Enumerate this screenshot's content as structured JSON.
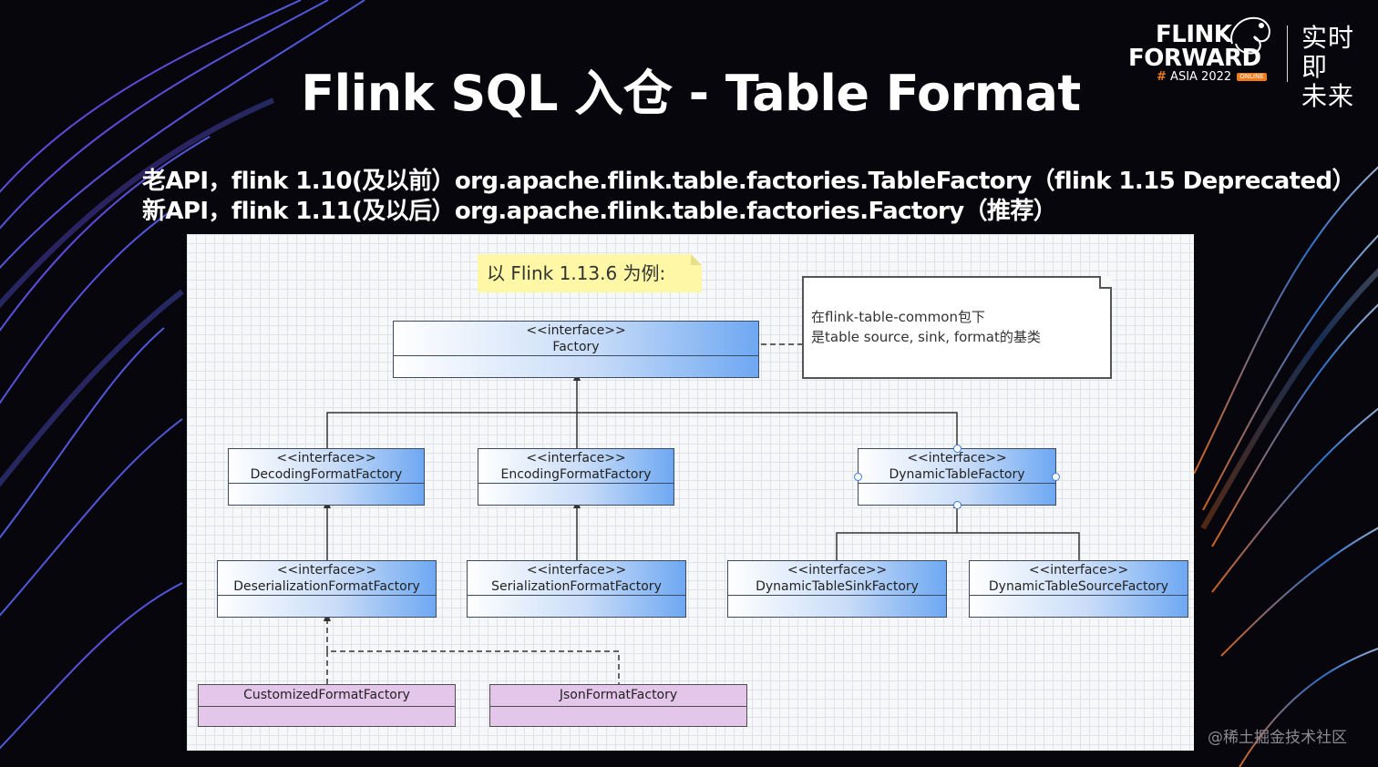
{
  "slide": {
    "title": "Flink SQL 入仓 - Table Format",
    "api_old": "老API，flink 1.10(及以前）org.apache.flink.table.factories.TableFactory（flink 1.15 Deprecated）",
    "api_new": "新API，flink 1.11(及以后）org.apache.flink.table.factories.Factory（推荐）",
    "watermark": "@稀土掘金技术社区"
  },
  "logo": {
    "line1": "FLINK",
    "line2": "FORWARD",
    "hash": "#",
    "event": "ASIA 2022",
    "badge": "ONLINE",
    "cn_line1": "实时即",
    "cn_line2": "未来",
    "icon": "squirrel-icon"
  },
  "diagram": {
    "note_example": "以 Flink 1.13.6 为例:",
    "note_desc_line1": "在flink-table-common包下",
    "note_desc_line2": "是table source, sink, format的基类",
    "stereotype": "<<interface>>",
    "classes": {
      "factory": "Factory",
      "decoding": "DecodingFormatFactory",
      "encoding": "EncodingFormatFactory",
      "dynamic_table": "DynamicTableFactory",
      "deserialization": "DeserializationFormatFactory",
      "serialization": "SerializationFormatFactory",
      "dynamic_sink": "DynamicTableSinkFactory",
      "dynamic_source": "DynamicTableSourceFactory",
      "customized": "CustomizedFormatFactory",
      "json": "JsonFormatFactory"
    },
    "colors": {
      "interface_fill": "#6ea8f2",
      "implementation_fill": "#e4c6ea",
      "note_yellow": "#fdf7a6"
    }
  }
}
